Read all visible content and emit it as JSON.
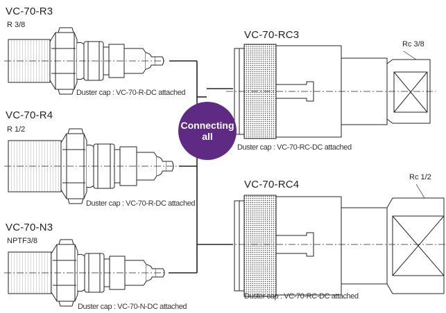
{
  "left_fittings": [
    {
      "model": "VC-70-R3",
      "thread": "R 3/8",
      "cap_note": "Duster cap : VC-70-R-DC attached"
    },
    {
      "model": "VC-70-R4",
      "thread": "R 1/2",
      "cap_note": "Duster cap : VC-70-R-DC attached"
    },
    {
      "model": "VC-70-N3",
      "thread": "NPTF3/8",
      "cap_note": "Duster cap : VC-70-N-DC attached"
    }
  ],
  "right_fittings": [
    {
      "model": "VC-70-RC3",
      "thread": "Rc 3/8",
      "cap_note": "Duster cap : VC-70-RC-DC attached"
    },
    {
      "model": "VC-70-RC4",
      "thread": "Rc 1/2",
      "cap_note": "Duster cap : VC-70-RC-DC attached"
    }
  ],
  "badge": {
    "line1": "Connecting",
    "line2": "all",
    "color": "#5e2a84"
  }
}
